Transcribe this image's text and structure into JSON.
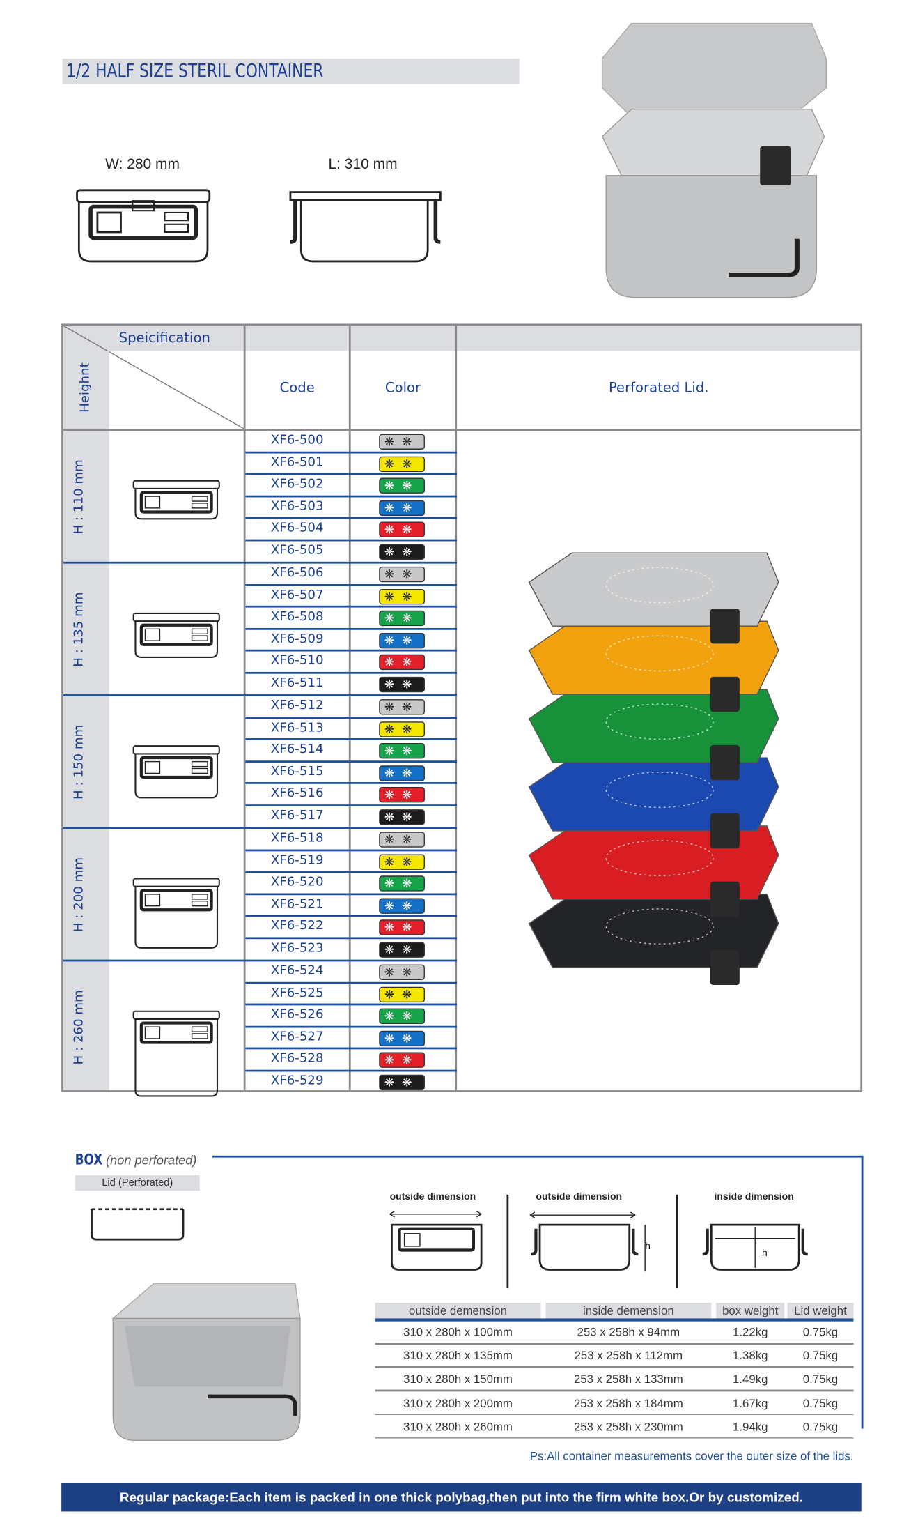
{
  "title": "1/2 HALF SIZE STERIL CONTAINER",
  "dimensions": {
    "width_label": "W: 280 mm",
    "length_label": "L: 310 mm"
  },
  "spec_table": {
    "corner_top": "Speicification",
    "corner_left": "Heighnt",
    "col_code": "Code",
    "col_color": "Color",
    "col_lid": "Perforated Lid.",
    "swatch_colors": [
      "#c8c8c8",
      "#f5e600",
      "#16a34a",
      "#1570c8",
      "#e3202a",
      "#1c1c1c"
    ],
    "groups": [
      {
        "height": "H : 110 mm",
        "codes": [
          "XF6-500",
          "XF6-501",
          "XF6-502",
          "XF6-503",
          "XF6-504",
          "XF6-505"
        ]
      },
      {
        "height": "H : 135 mm",
        "codes": [
          "XF6-506",
          "XF6-507",
          "XF6-508",
          "XF6-509",
          "XF6-510",
          "XF6-511"
        ]
      },
      {
        "height": "H : 150 mm",
        "codes": [
          "XF6-512",
          "XF6-513",
          "XF6-514",
          "XF6-515",
          "XF6-516",
          "XF6-517"
        ]
      },
      {
        "height": "H : 200 mm",
        "codes": [
          "XF6-518",
          "XF6-519",
          "XF6-520",
          "XF6-521",
          "XF6-522",
          "XF6-523"
        ]
      },
      {
        "height": "H : 260 mm",
        "codes": [
          "XF6-524",
          "XF6-525",
          "XF6-526",
          "XF6-527",
          "XF6-528",
          "XF6-529"
        ]
      }
    ],
    "lid_colors": [
      "#c9cacc",
      "#f2a20f",
      "#17923a",
      "#1c49b0",
      "#d81e22",
      "#222428"
    ]
  },
  "box": {
    "title": "BOX",
    "subtitle": "(non perforated)",
    "lid_label": "Lid (Perforated)",
    "diagram_labels": [
      "outside dimension",
      "outside dimension",
      "inside dimension"
    ],
    "h_label": "h",
    "headers": [
      "outside demension",
      "inside demension",
      "box weight",
      "Lid weight"
    ],
    "rows": [
      [
        "310 x 280h x 100mm",
        "253 x 258h x 94mm",
        "1.22kg",
        "0.75kg"
      ],
      [
        "310 x 280h x 135mm",
        "253 x 258h x 112mm",
        "1.38kg",
        "0.75kg"
      ],
      [
        "310 x 280h x 150mm",
        "253 x 258h x 133mm",
        "1.49kg",
        "0.75kg"
      ],
      [
        "310 x 280h x 200mm",
        "253 x 258h x 184mm",
        "1.67kg",
        "0.75kg"
      ],
      [
        "310 x 280h x 260mm",
        "253 x 258h x 230mm",
        "1.94kg",
        "0.75kg"
      ]
    ],
    "note": "Ps:All container measurements cover the outer size of  the lids."
  },
  "footer": "Regular package:Each item is packed in one thick polybag,then put into the firm white box.Or by customized."
}
